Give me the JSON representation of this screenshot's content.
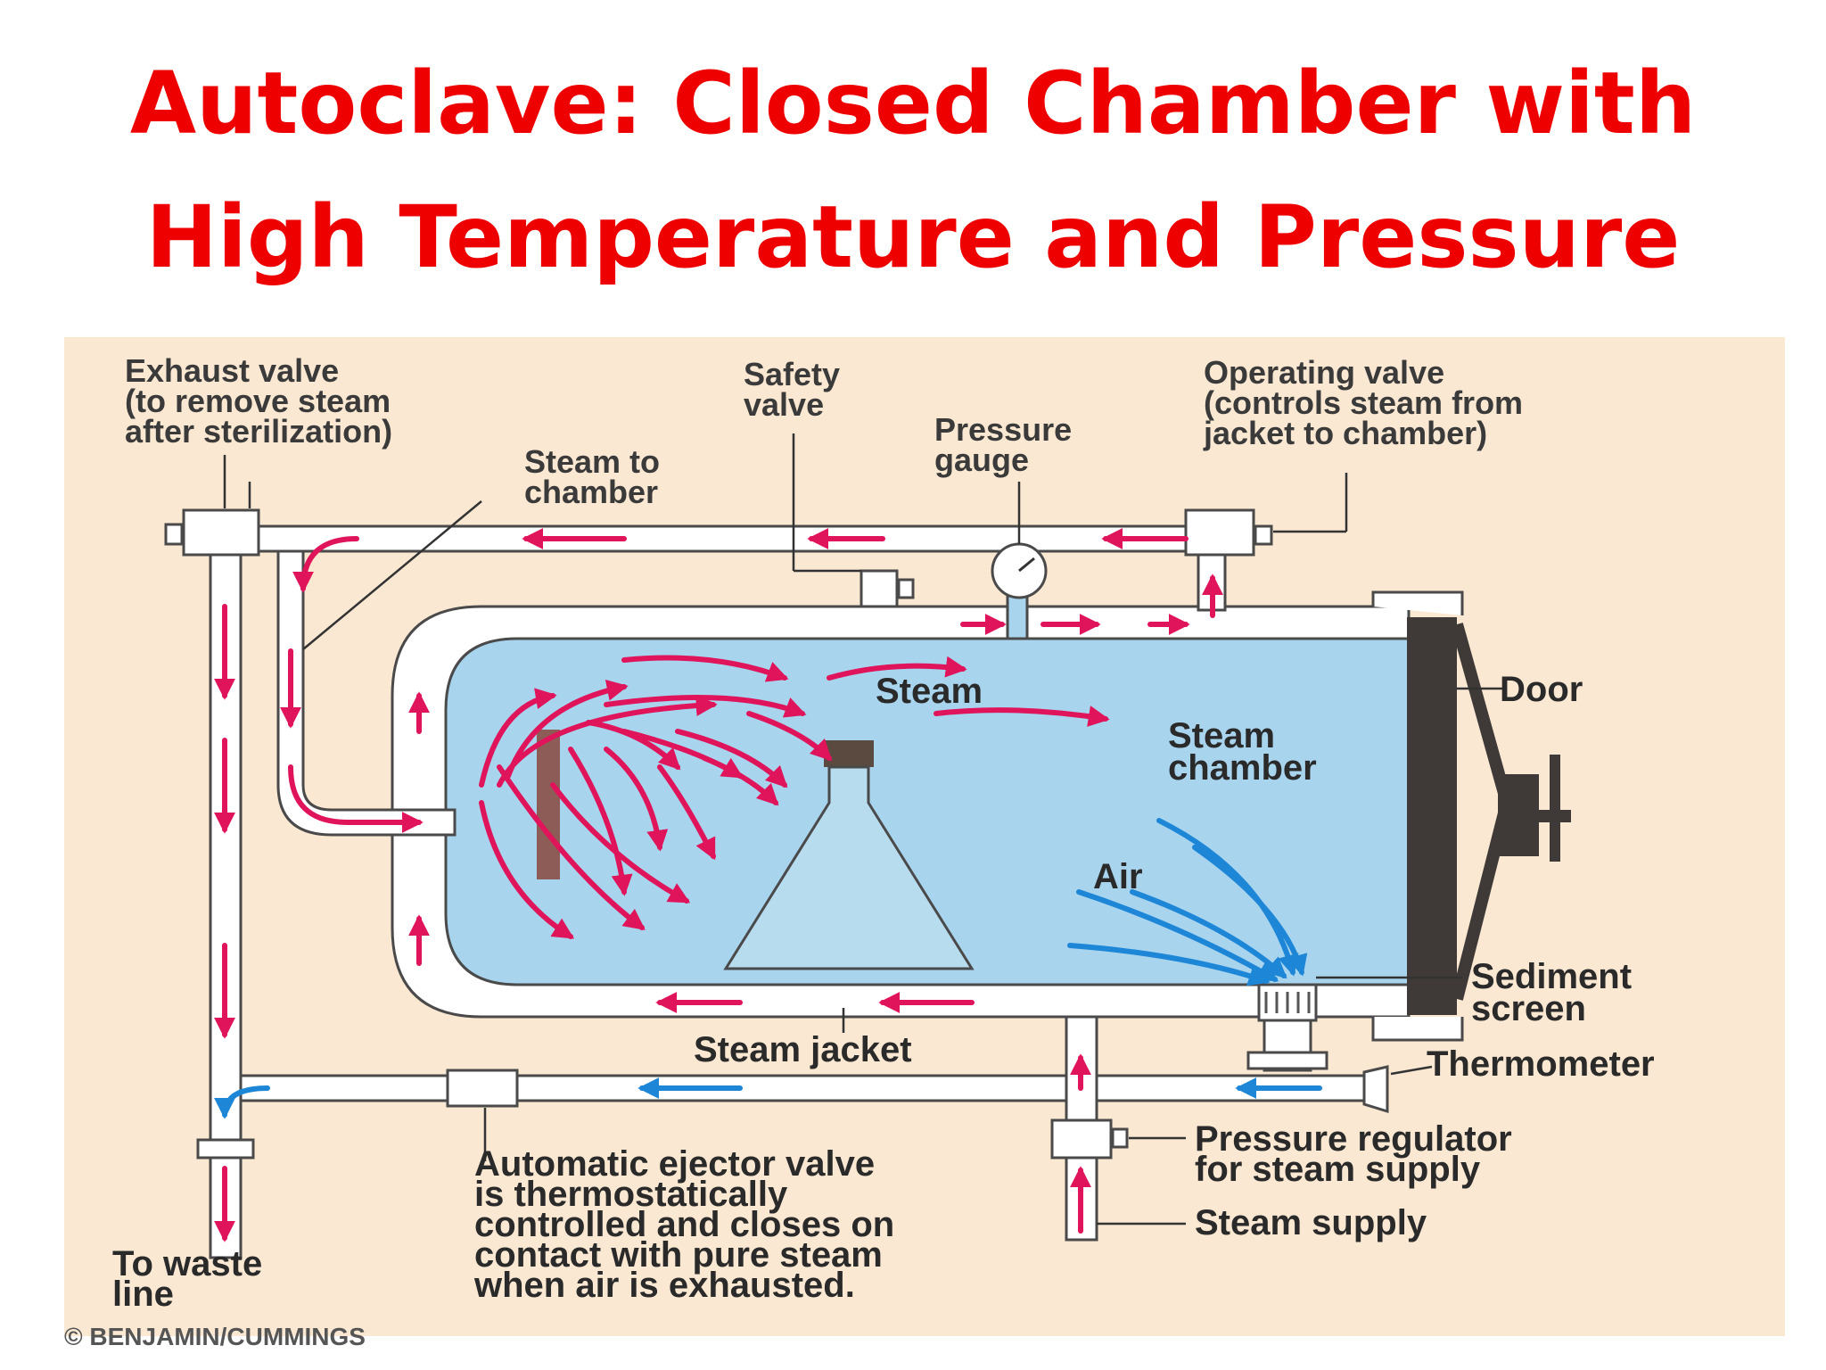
{
  "title": {
    "line1": "Autoclave: Closed Chamber with",
    "line2": "High Temperature and Pressure"
  },
  "labels": {
    "exhaust_valve": [
      "Exhaust valve",
      "(to remove steam",
      "after sterilization)"
    ],
    "safety_valve": [
      "Safety",
      "valve"
    ],
    "pressure_gauge": [
      "Pressure",
      "gauge"
    ],
    "operating_valve": [
      "Operating valve",
      "(controls steam from",
      "jacket to chamber)"
    ],
    "steam_to_chamber": [
      "Steam to",
      "chamber"
    ],
    "steam": "Steam",
    "door": "Door",
    "steam_chamber": [
      "Steam",
      "chamber"
    ],
    "air": "Air",
    "sediment_screen": [
      "Sediment",
      "screen"
    ],
    "steam_jacket": "Steam jacket",
    "thermometer": "Thermometer",
    "pressure_regulator": [
      "Pressure regulator",
      "for steam supply"
    ],
    "steam_supply": "Steam supply",
    "ejector_valve": [
      "Automatic ejector valve",
      "is thermostatically",
      "controlled and closes on",
      "contact with pure steam",
      "when air is exhausted."
    ],
    "waste_line": [
      "To waste",
      "line"
    ]
  },
  "credit": "© BENJAMIN/CUMMINGS",
  "colors": {
    "title": "#ee0000",
    "background_panel": "#fae8d2",
    "chamber": "#a8d4ee",
    "steam_arrows": "#e0145a",
    "air_arrows": "#1e86d6",
    "door": "#3f3a38"
  }
}
